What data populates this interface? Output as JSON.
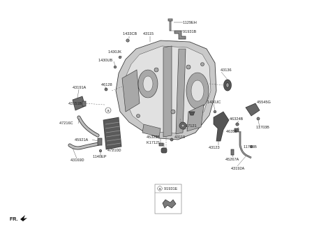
{
  "labels": {
    "p1129EH": "1129EH",
    "p91931B": "91931B",
    "p1433CB": "1433CB",
    "p43115": "43115",
    "p1430JK": "1430JK",
    "p1430UB": "1430UB",
    "p43136": "43136",
    "p43191A": "43191A",
    "p46128": "46128",
    "p43151B": "43151B",
    "p1430JC": "1430JC",
    "p45545G": "45545G",
    "p47216C": "47216C",
    "p46324B": "46324B",
    "p46355": "46355",
    "p11703B_top": "11703B",
    "p17121": "17121",
    "p45921A": "45921A",
    "p45323B": "45323B",
    "p43119": "43119",
    "p11703B_bottom": "11703B",
    "pK17121": "K17121",
    "p47210D": "47210D",
    "p43123": "43123",
    "p1140EP": "1140EP",
    "p45267A": "45267A",
    "p43169D": "43169D",
    "p43192A": "43192A"
  },
  "callout_marker": "a",
  "inset": {
    "marker": "a",
    "part_number": "91931E"
  },
  "fr_label": "FR."
}
